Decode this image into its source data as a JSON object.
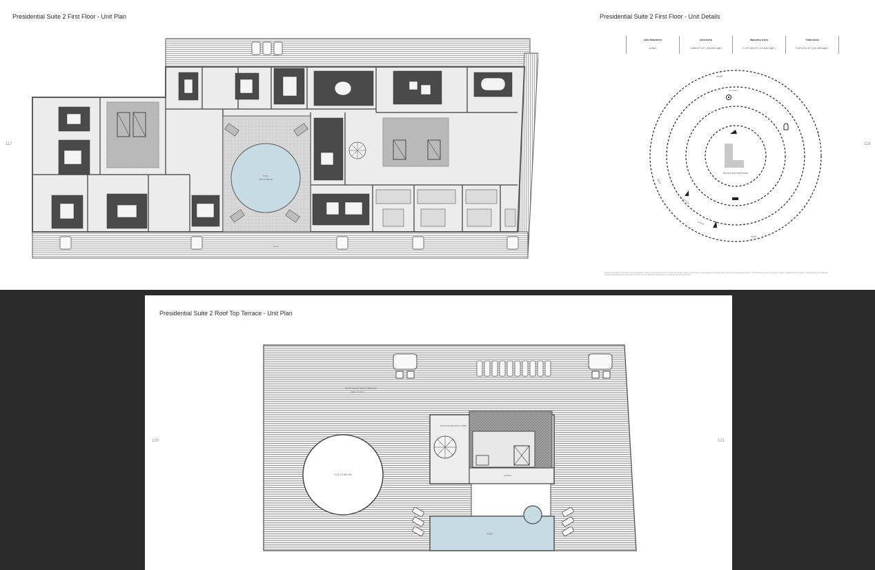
{
  "first_floor": {
    "plan_title": "Presidential Suite 2 First Floor - Unit Plan",
    "details_title": "Presidential Suite 2 First Floor - Unit Details",
    "page_left": "117",
    "page_right": "119",
    "table": {
      "headers": [
        "Unit Numbers",
        "Unit Area",
        "Balcony Area",
        "Total Area"
      ],
      "values": [
        "A-801",
        "1,696.07 m² ( 18,256 sqft )",
        "2,272.83 m² ( 24,542 sqft )",
        "3,871.01 m² ( 41,638 sqft )"
      ]
    },
    "labels": {
      "pool": "POOL",
      "pool_sub": "VOID TO BELOW",
      "terrace_top": "POOL",
      "terrace_bottom": "POOL"
    },
    "views": {
      "north": "North",
      "south": "South",
      "east": "East",
      "west": "West",
      "center": "8th floor and Roof terrace",
      "v1": "Air Outlet",
      "v2": "Burj Al Arab",
      "v3": "Atlantis"
    },
    "disclaimer": "*Measurements are estimates. Areas are based on approximate plans and are not final. All designs, layouts, dimensions, specifications and finishes are subject to change without notice. The developer reserves the right to make modifications to the plans, specifications and materials. Images are for illustrative purposes only and may not reflect the final product, furnishings, fittings and finishes."
  },
  "roof": {
    "plan_title": "Presidential Suite 2 Roof Top Terrace - Unit Plan",
    "page_left": "120",
    "page_right": "121",
    "labels": {
      "terrace": "PENTHOUSE ROOF TERRACE",
      "terrace_sub": "OPEN TO SKY",
      "lobby": "PENTHOUSE ROOF LOBBY",
      "void": "VOID TO BELOW",
      "core": "CORE A",
      "pool": "POOL"
    }
  },
  "colors": {
    "wall": "#5a5a5a",
    "hatch": "#8c8c8c",
    "floor": "#e6e6e6",
    "furniture_dark": "#4a4a4a",
    "pool": "#c6dbe3"
  }
}
